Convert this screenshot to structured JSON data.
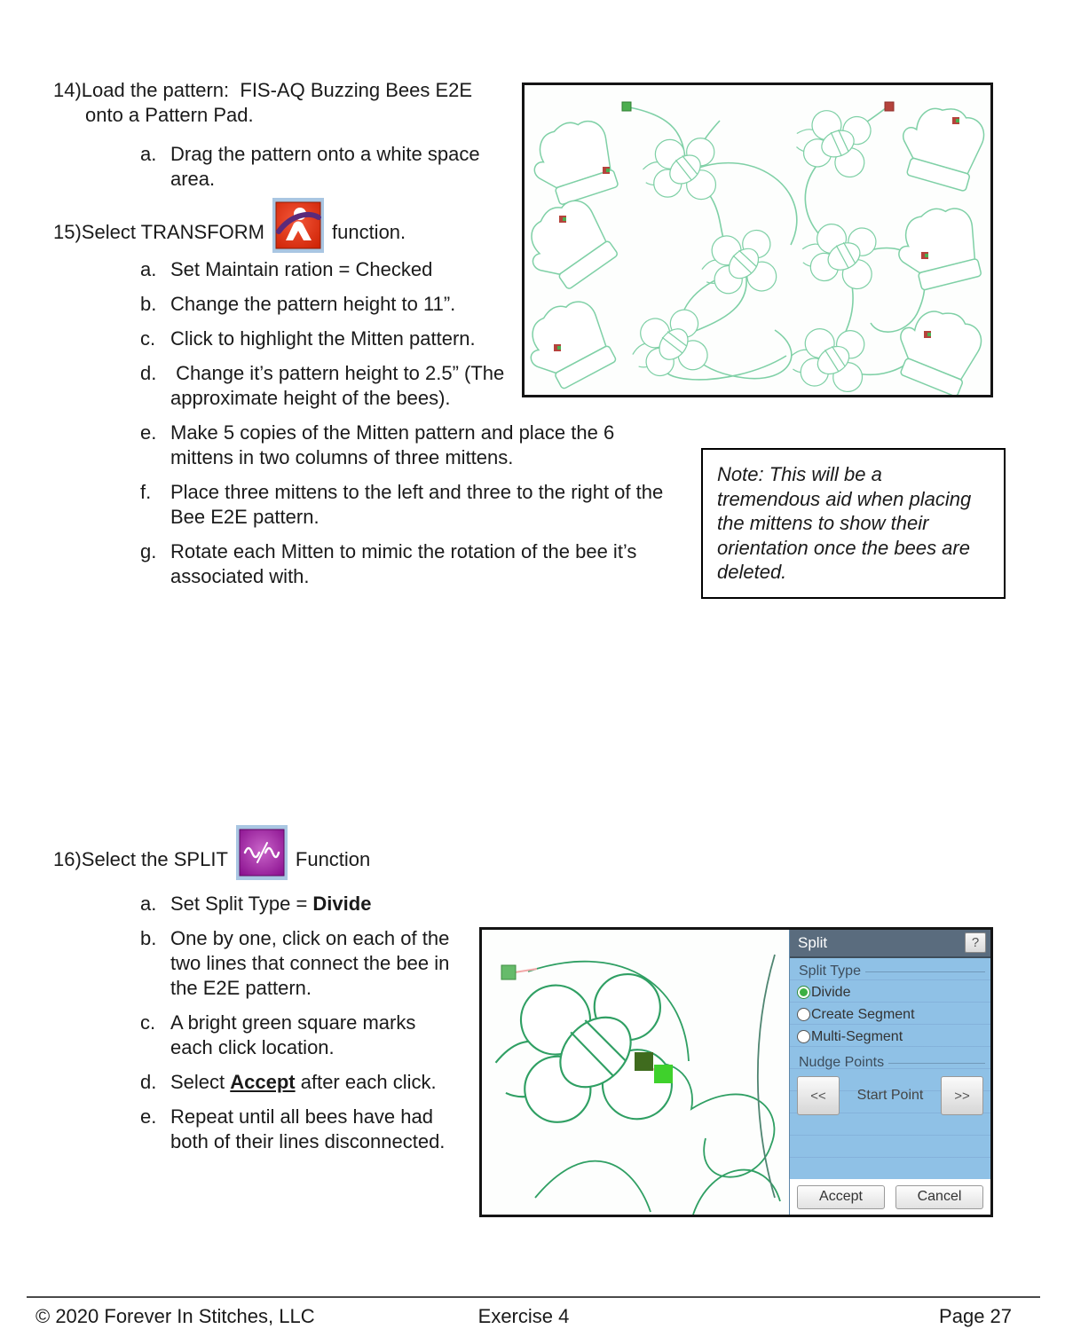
{
  "instructions": {
    "item14": {
      "number": "14)",
      "text": "Load the pattern:  FIS-AQ Buzzing Bees E2E onto a Pattern Pad.",
      "sub": [
        {
          "letter": "a.",
          "text": "Drag the pattern onto a white space area."
        }
      ]
    },
    "item15": {
      "number": "15)",
      "label": "Select TRANSFORM",
      "icon": "transform-icon",
      "suffix": "function.",
      "sub": [
        {
          "letter": "a.",
          "text": "Set Maintain ration = Checked"
        },
        {
          "letter": "b.",
          "text": "Change the pattern height to 11”."
        },
        {
          "letter": "c.",
          "text": "Click to highlight the Mitten pattern."
        },
        {
          "letter": "d.",
          "text": " Change it’s pattern height to 2.5” (The approximate height of the bees)."
        },
        {
          "letter": "e.",
          "text": "Make 5 copies of the Mitten pattern and place the 6 mittens in two columns of three mittens."
        },
        {
          "letter": "f.",
          "text": "Place three mittens to the left and three to the right of the Bee E2E pattern."
        },
        {
          "letter": "g.",
          "text": "Rotate each Mitten to mimic the rotation of the bee it’s associated with."
        }
      ]
    },
    "note": "Note: This will be a tremendous aid when placing the mittens to show their orientation once the bees are deleted.",
    "item16": {
      "number": "16)",
      "label": "Select the SPLIT",
      "icon": "split-icon",
      "suffix": "Function",
      "sub": [
        {
          "letter": "a.",
          "pre": "Set Split Type = ",
          "bold": "Divide"
        },
        {
          "letter": "b.",
          "text": "One by one, click on each of the two lines that connect the bee in the E2E pattern."
        },
        {
          "letter": "c.",
          "text": "A bright green square marks each click location."
        },
        {
          "letter": "d.",
          "pre": "Select ",
          "bold": "Accept",
          "post": " after each click."
        },
        {
          "letter": "e.",
          "text": "Repeat until all bees have had both of their lines disconnected."
        }
      ]
    }
  },
  "split_dialog": {
    "title": "Split",
    "help": "?",
    "group_split_type": "Split Type",
    "radios": [
      {
        "label": "Divide",
        "selected": true
      },
      {
        "label": "Create Segment",
        "selected": false
      },
      {
        "label": "Multi-Segment",
        "selected": false
      }
    ],
    "group_nudge": "Nudge Points",
    "nudge_left": "<<",
    "nudge_label": "Start Point",
    "nudge_right": ">>",
    "accept": "Accept",
    "cancel": "Cancel"
  },
  "footer": {
    "copyright": "© 2020 Forever In Stitches, LLC",
    "exercise": "Exercise 4",
    "page": "Page 27"
  },
  "colors": {
    "pattern_green": "#7fd0a6",
    "pattern_green_dark": "#2f9f63",
    "marker_red": "#b5433c",
    "marker_green": "#4cae4f",
    "click_marker_bright": "#3fd12c",
    "click_marker_dark": "#3f6b1e",
    "panel_blue": "#8fc1e6",
    "panel_header": "#5a6c7e",
    "transform_icon_red": "#dc3518",
    "split_icon_purple": "#8b1190"
  }
}
